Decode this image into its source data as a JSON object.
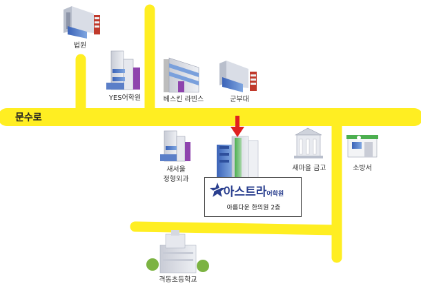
{
  "colors": {
    "road": "#ffee22",
    "arrow": "#e02020",
    "academy_text": "#2a3f8f",
    "star": "#2a3f8f"
  },
  "roads": {
    "main_label": "문수로"
  },
  "places": {
    "court": "법원",
    "yes_academy": "YES어학원",
    "best_in": "베스킨 라빈스",
    "military": "군부대",
    "clinic_line1": "새서울",
    "clinic_line2": "정형외과",
    "bank": "새마을 금고",
    "fire_station": "소방서",
    "school": "격동초등학교"
  },
  "target": {
    "name_main": "아스트라",
    "name_suffix": "어학원",
    "subtitle": "아름다운 한의원 2층",
    "icon": "star-icon"
  }
}
